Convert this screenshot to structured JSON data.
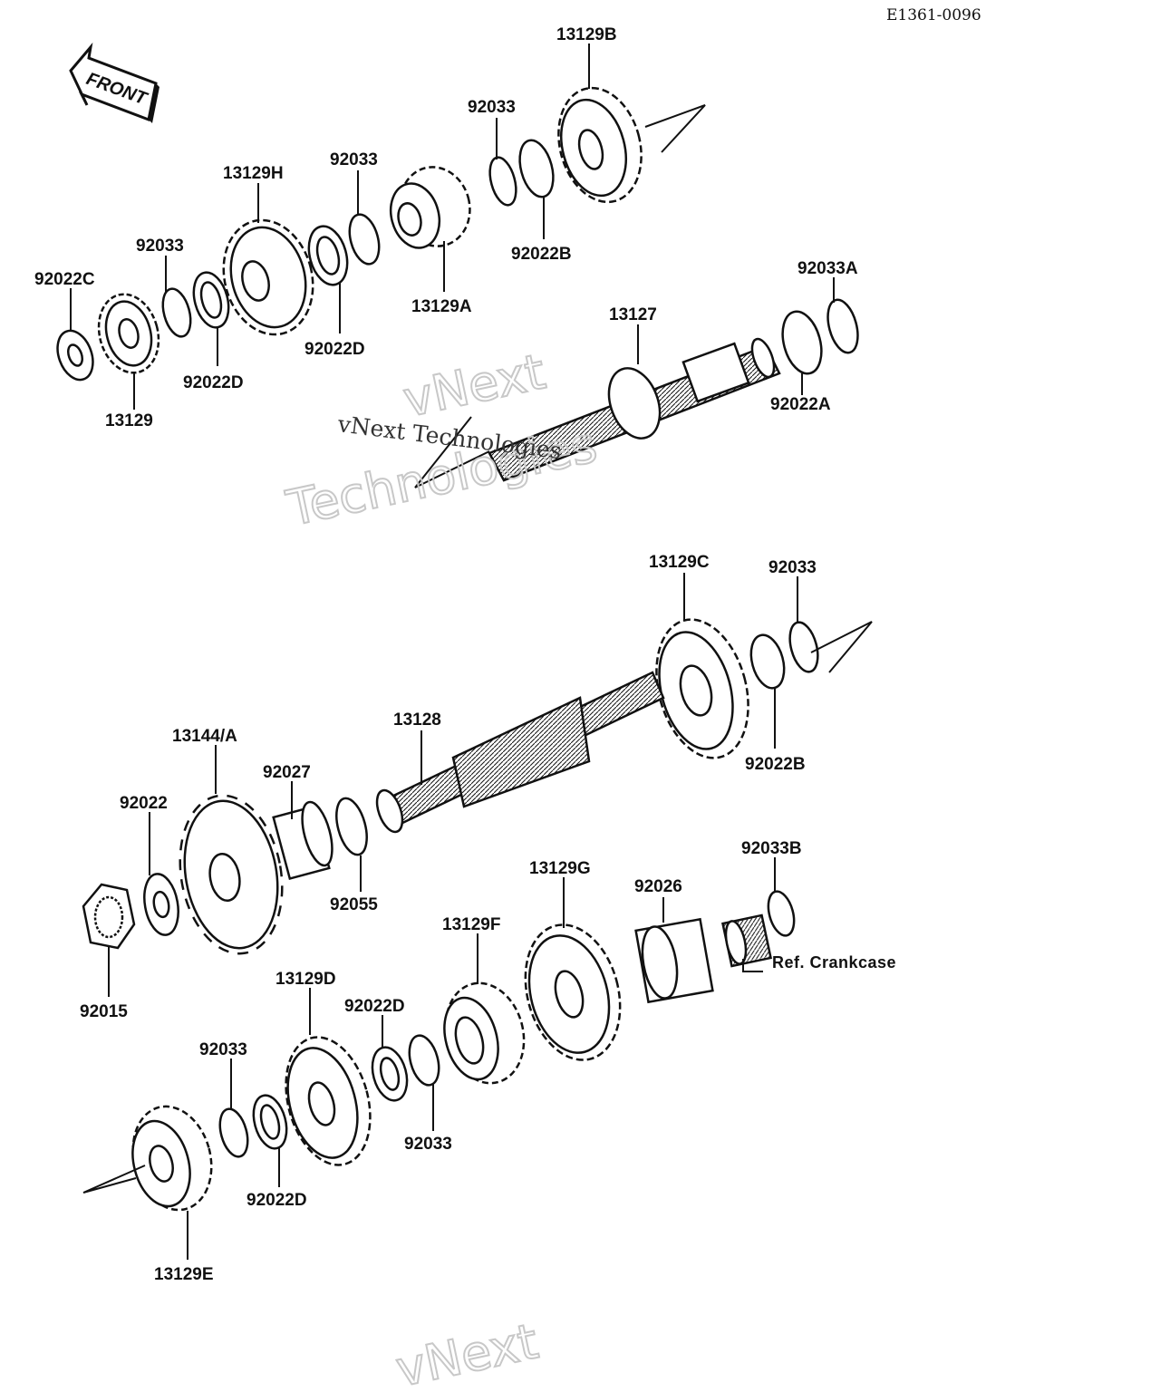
{
  "diagram_code": "E1361-0096",
  "front_arrow_label": "FRONT",
  "watermark": {
    "line1": "vNext",
    "line2": "Technologies",
    "small": "vNext Technologies",
    "bottom": "vNext"
  },
  "reference_note": "Ref. Crankcase",
  "labels": {
    "l_13129B": "13129B",
    "l_92033_top": "92033",
    "l_92022B_top": "92022B",
    "l_92033_mid": "92033",
    "l_13129H": "13129H",
    "l_92033_left": "92033",
    "l_92022C": "92022C",
    "l_13129": "13129",
    "l_92022D_left": "92022D",
    "l_92022D_mid": "92022D",
    "l_13129A": "13129A",
    "l_13127": "13127",
    "l_92033A": "92033A",
    "l_92022A": "92022A",
    "l_13129C": "13129C",
    "l_92033_right": "92033",
    "l_92022B_bottom": "92022B",
    "l_13128": "13128",
    "l_13144A": "13144/A",
    "l_92027": "92027",
    "l_92022": "92022",
    "l_92055": "92055",
    "l_92015": "92015",
    "l_13129G": "13129G",
    "l_92026": "92026",
    "l_92033B": "92033B",
    "l_13129F": "13129F",
    "l_13129D": "13129D",
    "l_92022D_low": "92022D",
    "l_92033_low": "92033",
    "l_92033_bottom": "92033",
    "l_92022D_bottom": "92022D",
    "l_13129E": "13129E"
  }
}
